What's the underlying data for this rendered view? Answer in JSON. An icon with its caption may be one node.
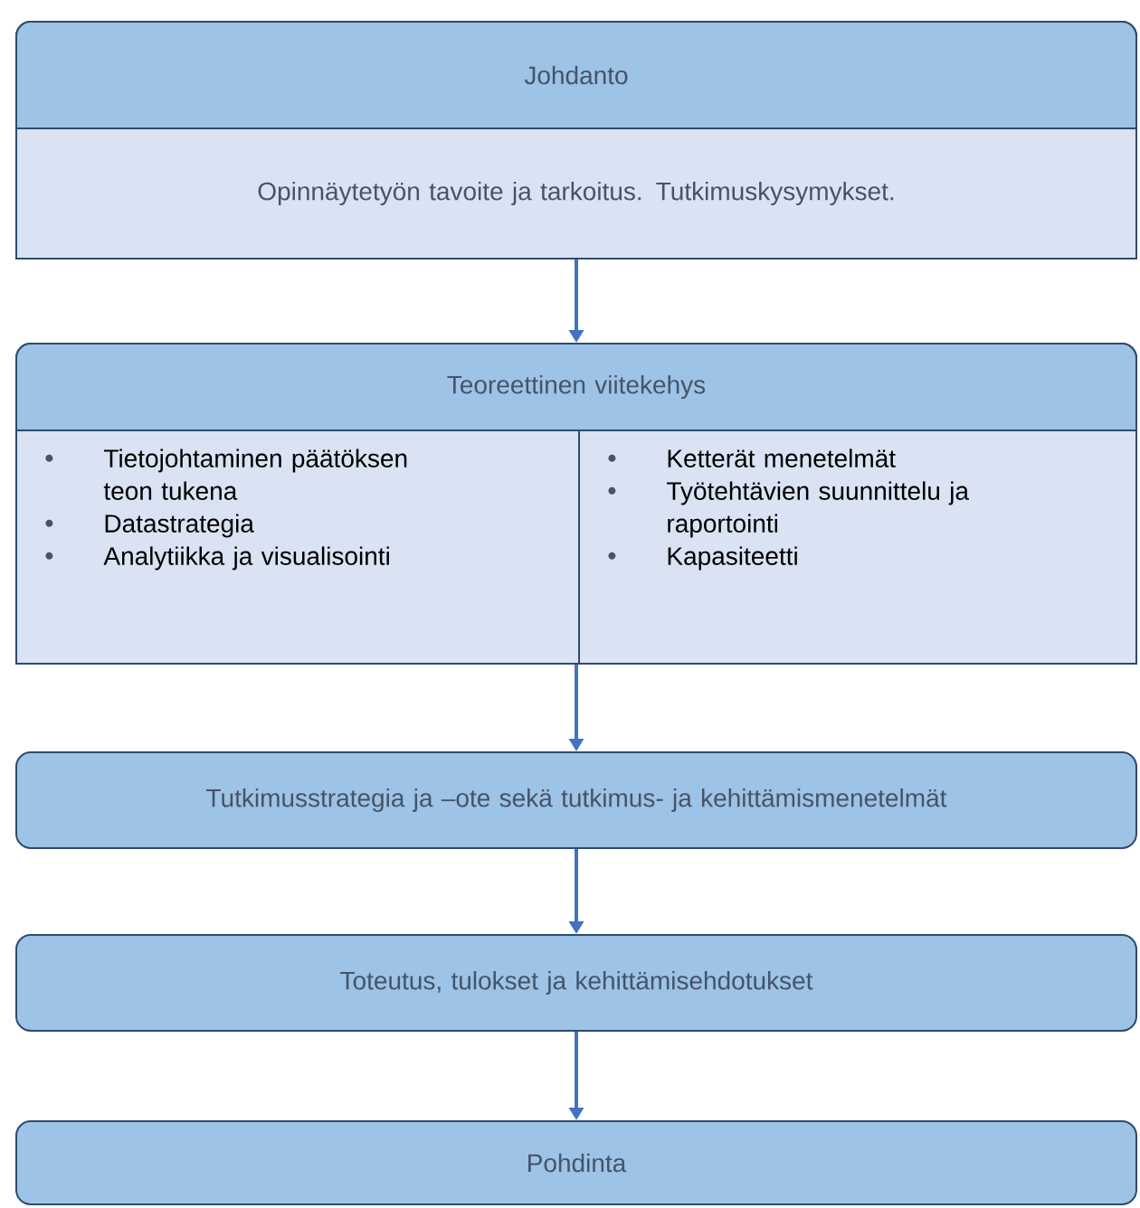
{
  "diagram": {
    "nodes": [
      {
        "text": [
          "Johdanto",
          "Opinnäytetyön tavoite ja tarkoitus. Tutkimuskysymykset."
        ]
      },
      {
        "text": [
          "Teoreettinen viitekehys"
        ]
      },
      {
        "text": [
          "Tietojohtaminen päätöksen teon tukena",
          "Datastrategia",
          "Analytiikka ja visualisointi"
        ],
        "in": 1
      },
      {
        "text": [
          "Ketterät menetelmät",
          "Työtehtävien suunnittelu ja raportointi",
          "Kapasiteetti"
        ],
        "in": 1
      },
      {
        "text": [
          "Tutkimusstrategia ja –ote sekä tutkimus- ja kehittämismenetelmät"
        ]
      },
      {
        "text": [
          "Toteutus, tulokset ja kehittämisehdotukset"
        ]
      },
      {
        "text": [
          "Pohdinta"
        ]
      }
    ],
    "edges": [
      {
        "from": 0,
        "to": 1,
        "arrow": "to"
      },
      {
        "from": 1,
        "to": 4,
        "arrow": "to"
      },
      {
        "from": 4,
        "to": 5,
        "arrow": "to"
      },
      {
        "from": 5,
        "to": 6,
        "arrow": "to"
      }
    ]
  }
}
